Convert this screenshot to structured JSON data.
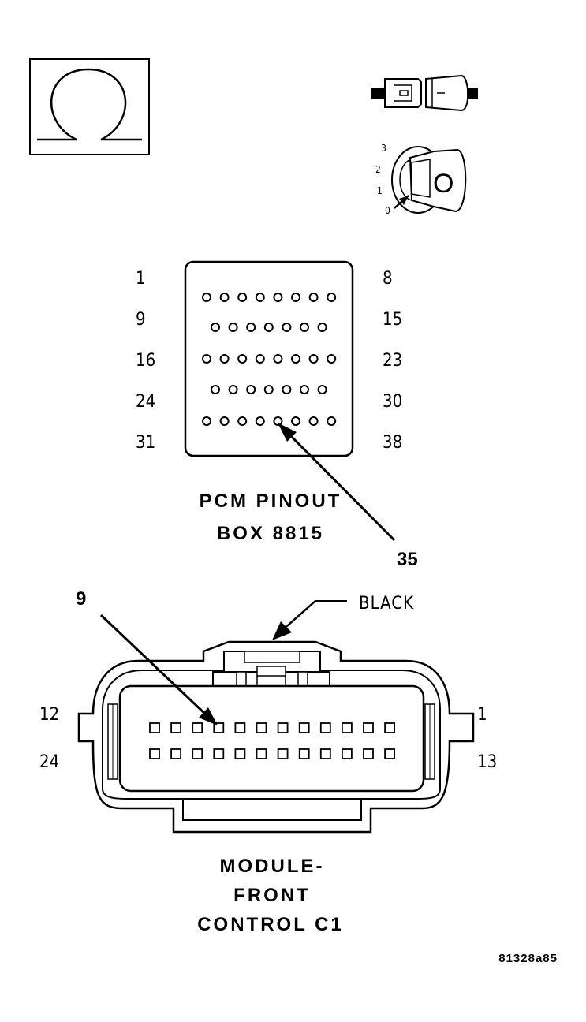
{
  "symbols": {
    "ohm_icon": "ohm-symbol",
    "disconnect_icon": "connector-disconnect",
    "ignition_icon": "ignition-key-off",
    "ignition_positions": [
      "3",
      "2",
      "1",
      "0"
    ],
    "key_label": "O"
  },
  "pcm": {
    "row_labels_left": [
      "1",
      "9",
      "16",
      "24",
      "31"
    ],
    "row_labels_right": [
      "8",
      "15",
      "23",
      "30",
      "38"
    ],
    "title_line1": "PCM PINOUT",
    "title_line2": "BOX 8815",
    "callout_pin": "35"
  },
  "module": {
    "callout_pin": "9",
    "color_label": "BLACK",
    "row_labels_left": [
      "12",
      "24"
    ],
    "row_labels_right": [
      "1",
      "13"
    ],
    "title_line1": "MODULE-",
    "title_line2": "FRONT",
    "title_line3": "CONTROL C1"
  },
  "figure_id": "81328a85"
}
